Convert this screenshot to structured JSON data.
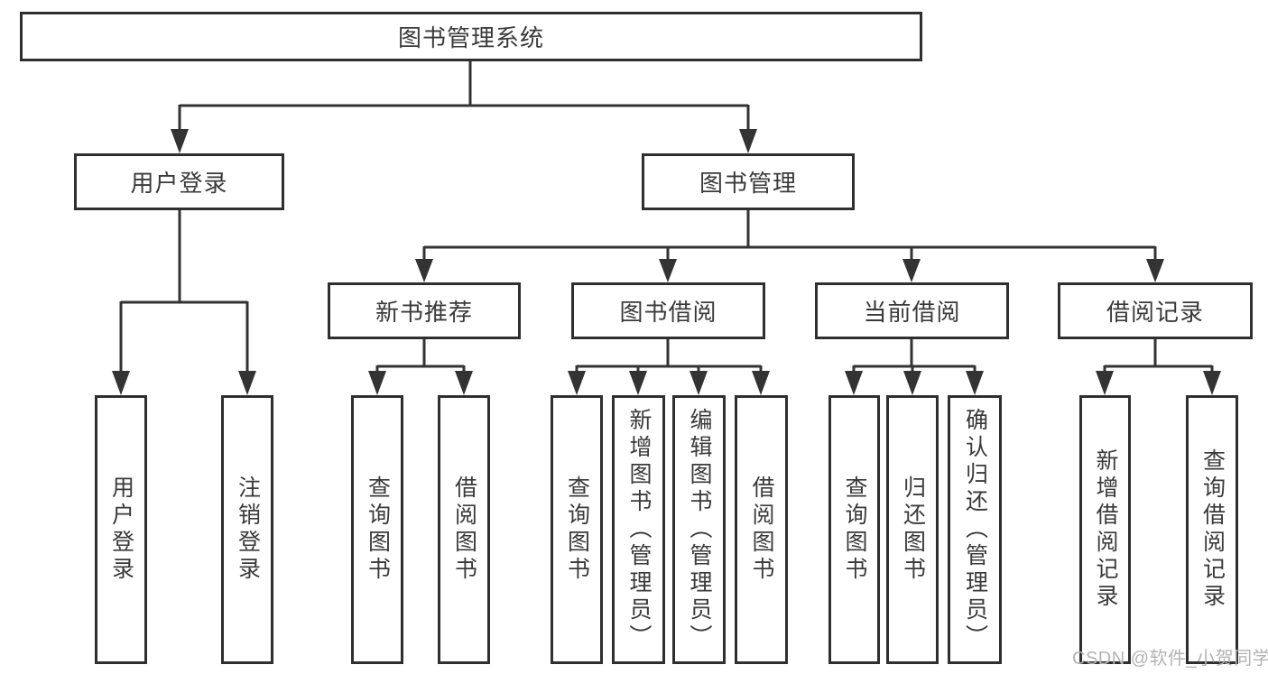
{
  "diagram_title": "图书管理系统",
  "tree": {
    "root": {
      "label": "图书管理系统"
    },
    "children": [
      {
        "label": "用户登录",
        "children": [
          {
            "label": "用户登录"
          },
          {
            "label": "注销登录"
          }
        ]
      },
      {
        "label": "图书管理",
        "children": [
          {
            "label": "新书推荐",
            "children": [
              {
                "label": "查询图书"
              },
              {
                "label": "借阅图书"
              }
            ]
          },
          {
            "label": "图书借阅",
            "children": [
              {
                "label": "查询图书"
              },
              {
                "label": "新增图书（管理员）"
              },
              {
                "label": "编辑图书（管理员）"
              },
              {
                "label": "借阅图书"
              }
            ]
          },
          {
            "label": "当前借阅",
            "children": [
              {
                "label": "查询图书"
              },
              {
                "label": "归还图书"
              },
              {
                "label": "确认归还（管理员）"
              }
            ]
          },
          {
            "label": "借阅记录",
            "children": [
              {
                "label": "新增借阅记录"
              },
              {
                "label": "查询借阅记录"
              }
            ]
          }
        ]
      }
    ]
  },
  "watermark": {
    "text": "CSDN @软件_小贺同学"
  },
  "colors": {
    "background": "#ffffff",
    "box_border": "#2f2f2f",
    "connector_line": "#333333",
    "text": "#3a3a3a",
    "watermark": "#b3b3b3"
  }
}
